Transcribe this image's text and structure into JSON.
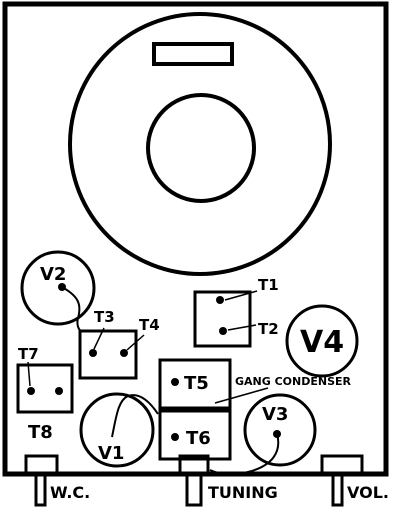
{
  "labels": {
    "v1": "V1",
    "v2": "V2",
    "v3": "V3",
    "v4": "V4",
    "t1": "T1",
    "t2": "T2",
    "t3": "T3",
    "t4": "T4",
    "t5": "T5",
    "t6": "T6",
    "t7": "T7",
    "t8": "T8",
    "gang_condenser": "GANG CONDENSER",
    "wc": "W.C.",
    "tuning": "TUNING",
    "vol": "VOL."
  }
}
